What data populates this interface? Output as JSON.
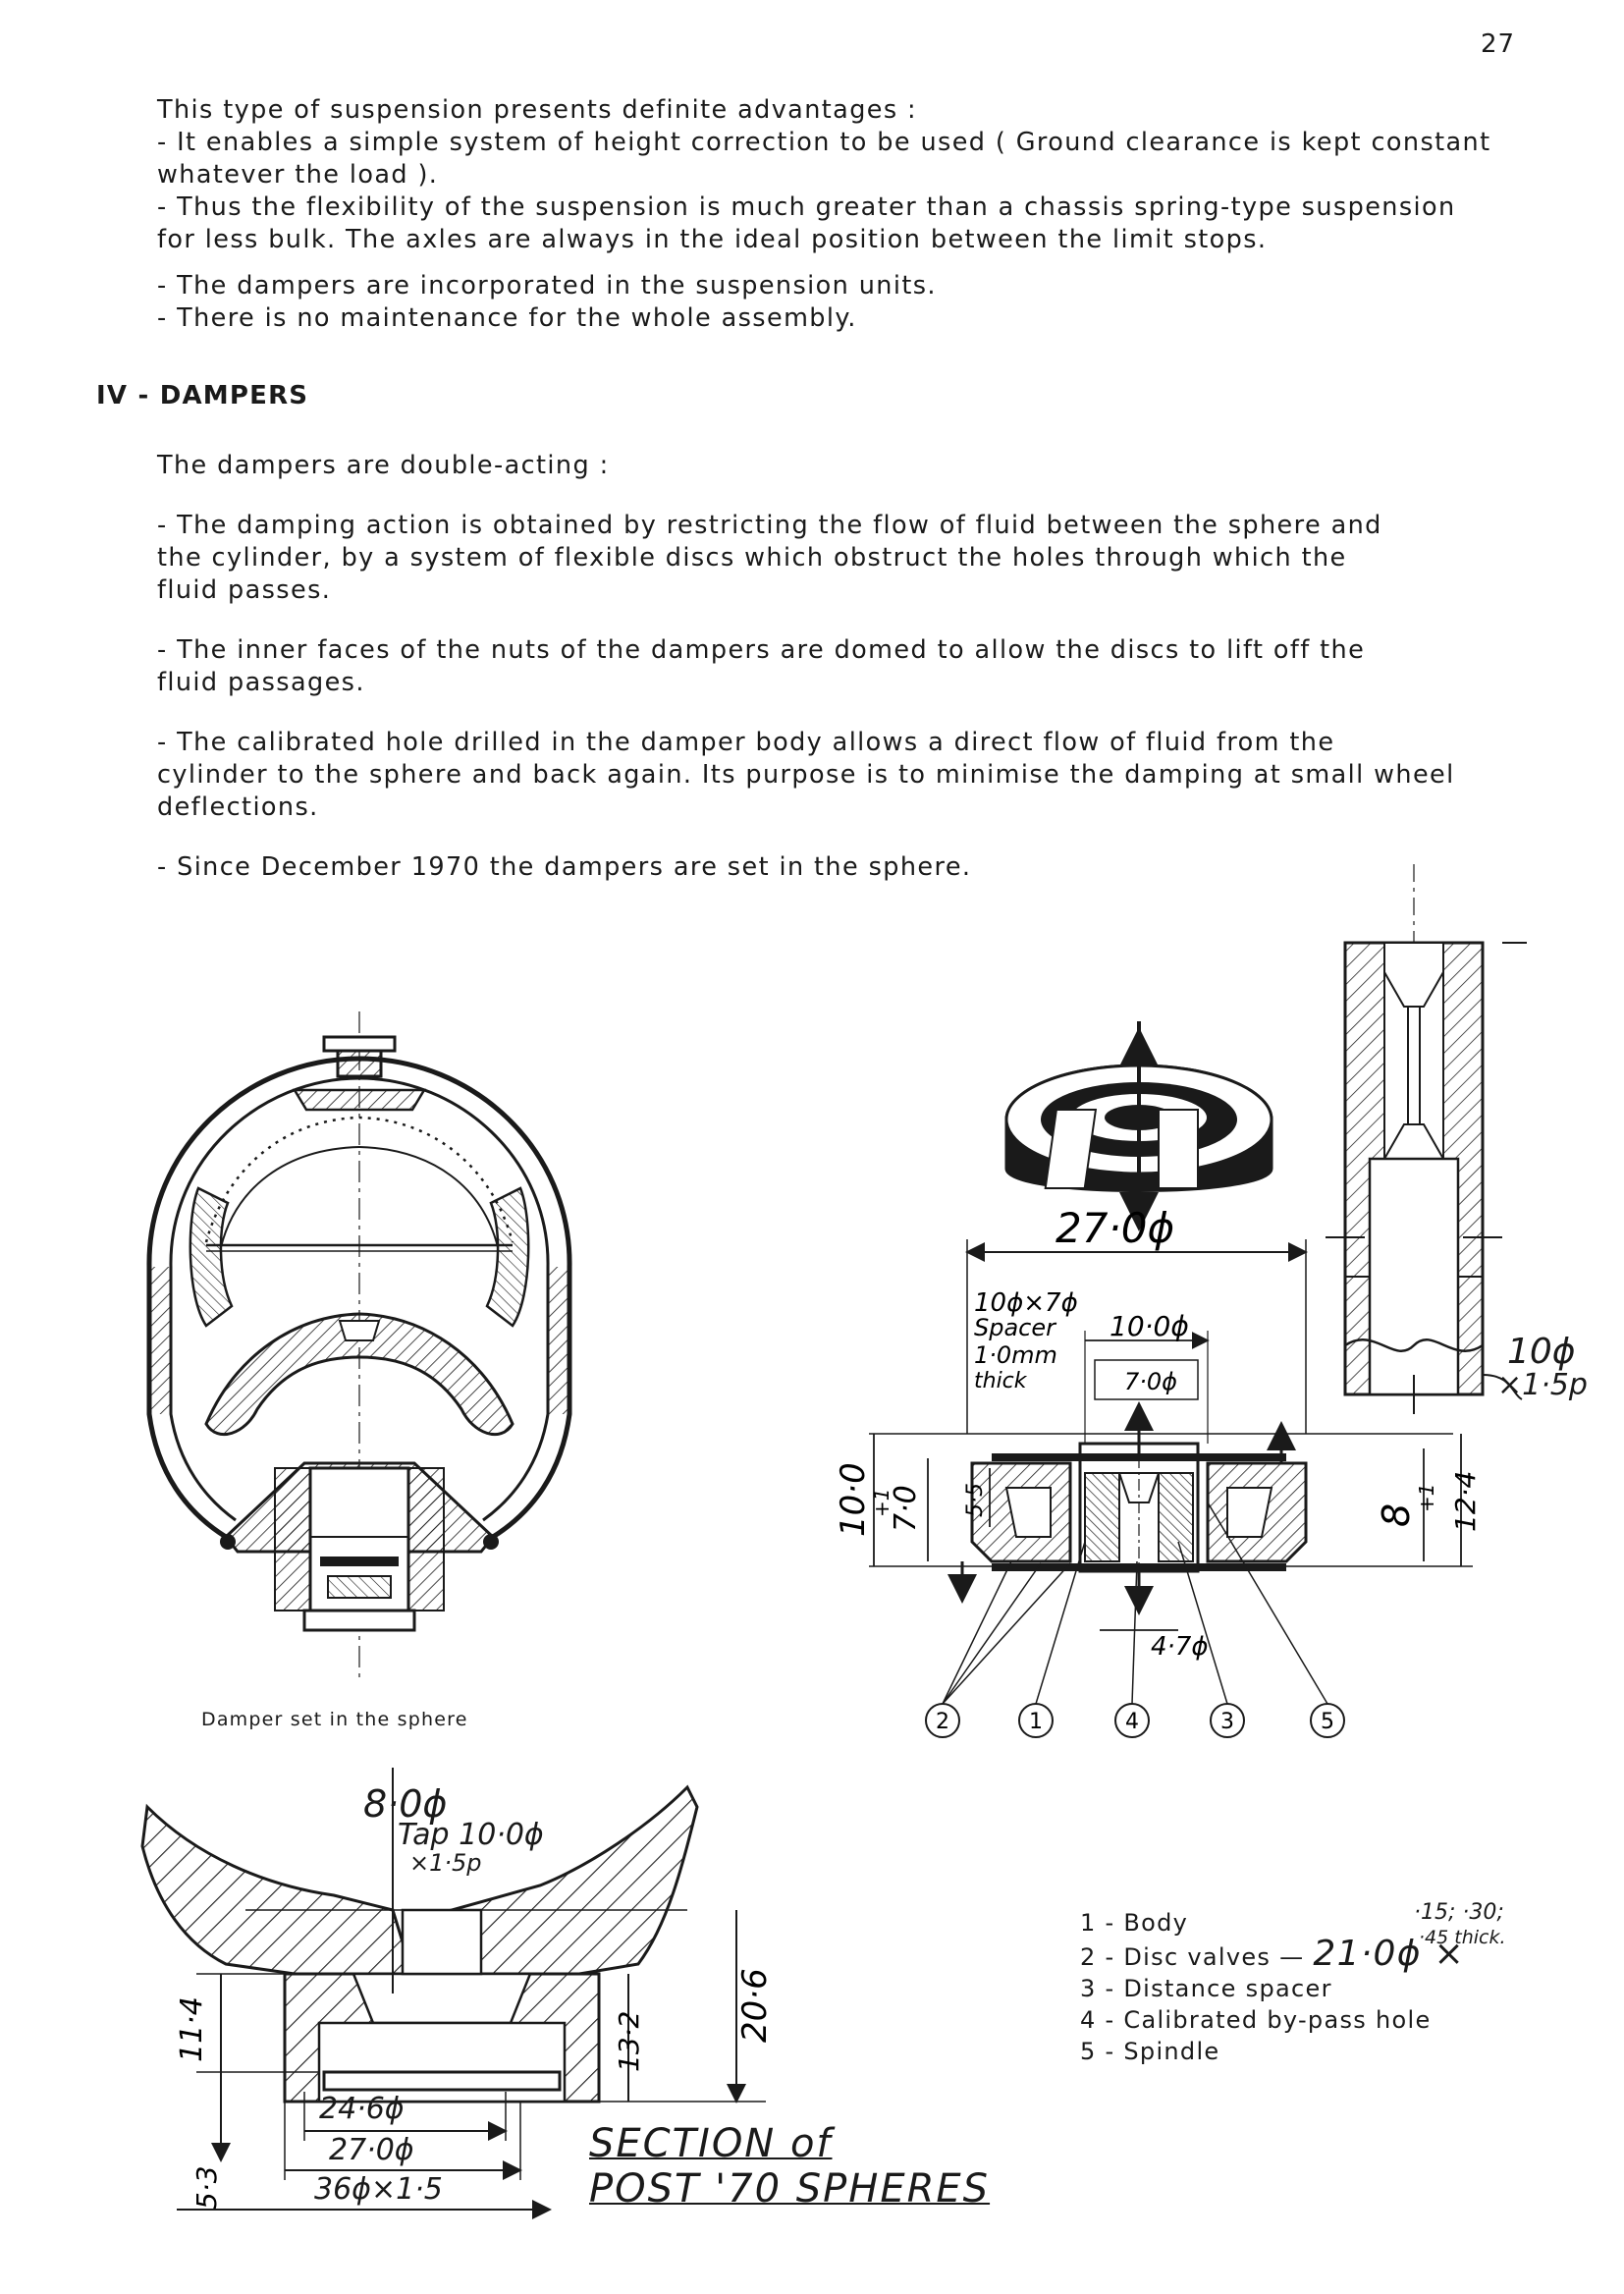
{
  "page": {
    "number": "27"
  },
  "intro": {
    "lead": "This type of suspension presents definite advantages :",
    "bullets": [
      {
        "lines": [
          "- It enables a simple system of height correction to be used ( Ground clearance is kept constant",
          "whatever the load )."
        ]
      },
      {
        "lines": [
          "- Thus the flexibility of the suspension is much greater than a chassis spring-type suspension",
          "for less bulk. The axles are always in the ideal position between the limit stops."
        ]
      },
      {
        "lines": [
          "- The dampers are incorporated in the suspension units."
        ]
      },
      {
        "lines": [
          "- There is no maintenance for the whole assembly."
        ]
      }
    ]
  },
  "section": {
    "heading": "IV - DAMPERS",
    "lead": "The dampers are double-acting :",
    "bullets": [
      {
        "lines": [
          "- The damping action is obtained by restricting the flow of fluid between the sphere and",
          "the cylinder, by a system of flexible discs which obstruct the holes through which the",
          "fluid passes."
        ]
      },
      {
        "lines": [
          "- The inner faces of the nuts of the dampers are domed to allow the discs to lift off the",
          "fluid passages."
        ]
      },
      {
        "lines": [
          "- The calibrated hole drilled in the damper body allows a direct flow of fluid from the",
          "cylinder to the sphere and back again. Its purpose is to minimise the damping at small wheel",
          "deflections."
        ]
      },
      {
        "lines": [
          "- Since December 1970 the dampers are set in the sphere."
        ]
      }
    ]
  },
  "sphere_figure": {
    "caption": "Damper set in the sphere"
  },
  "damper_figure": {
    "dim_overall_dia": "27·0ϕ",
    "dim_spacer_label": [
      "10ϕ×7ϕ",
      "Spacer",
      "1·0mm",
      "thick"
    ],
    "dim_inner_dia": "10·0ϕ",
    "dim_hole_dia": "7·0ϕ",
    "dim_height_left": "10·0",
    "dim_height_left_tol": "+1",
    "dim_height_mid": "7·0",
    "dim_height_inner": "5·5",
    "dim_height_right": "8",
    "dim_height_right_tol": "+1",
    "dim_height_total": "12·4",
    "dim_bottom_dia": "4·7ϕ",
    "callouts": [
      "2",
      "1",
      "4",
      "3",
      "5"
    ]
  },
  "spindle_figure": {
    "dim_thread_line1": "10ϕ",
    "dim_thread_line2": "×1·5p"
  },
  "section_figure": {
    "dim_top_dia": "8·0ϕ",
    "dim_tap_line1": "Tap 10·0ϕ",
    "dim_tap_line2": "×1·5p",
    "dim_left_a": "11·4",
    "dim_left_b": "5·3",
    "dim_mid": "13·2",
    "dim_right": "20·6",
    "dim_inner_dia": "24·6ϕ",
    "dim_mid_dia": "27·0ϕ",
    "dim_outer_dia": "36ϕ×1·5",
    "title_line1": "SECTION of",
    "title_line2": "POST '70 SPHERES"
  },
  "legend": {
    "items": [
      "1 - Body",
      "2 - Disc valves —",
      "3 - Distance spacer",
      "4 - Calibrated by-pass hole",
      "5 - Spindle"
    ],
    "disc_dimension": "21·0ϕ ×",
    "disc_thickness_line1": "·15; ·30;",
    "disc_thickness_line2": "·45 thick."
  }
}
